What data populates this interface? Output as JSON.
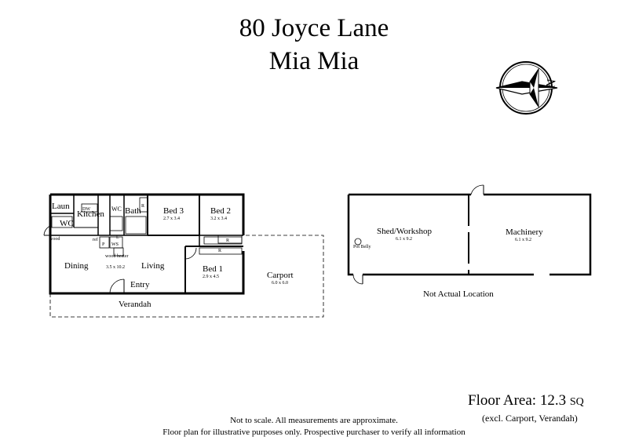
{
  "header": {
    "address_line1": "80 Joyce Lane",
    "address_line2": "Mia Mia"
  },
  "house": {
    "rooms": [
      {
        "name": "Laun",
        "dim": ""
      },
      {
        "name": "Kitchen",
        "dim": ""
      },
      {
        "name": "WC",
        "dim": ""
      },
      {
        "name": "WC",
        "dim": ""
      },
      {
        "name": "Bath",
        "dim": ""
      },
      {
        "name": "Bed 3",
        "dim": "2.7 x 3.4"
      },
      {
        "name": "Bed 2",
        "dim": "3.2 x 3.4"
      },
      {
        "name": "Dining",
        "dim": ""
      },
      {
        "name": "Living",
        "dim": "3.5 x 10.2"
      },
      {
        "name": "Bed 1",
        "dim": "2.9 x 4.5"
      },
      {
        "name": "Entry",
        "dim": ""
      },
      {
        "name": "Verandah",
        "dim": ""
      },
      {
        "name": "Carport",
        "dim": "6.0 x 6.0"
      }
    ],
    "fixtures": {
      "wood": "wood",
      "wood_heater": "wood heater",
      "dw": "DW",
      "ref": "ref",
      "p": "P",
      "ws": "WS",
      "l": "L",
      "r": "R"
    }
  },
  "shed": {
    "rooms": [
      {
        "name": "Shed/Workshop",
        "dim": "6.1 x 9.2"
      },
      {
        "name": "Machinery",
        "dim": "6.1 x 9.2"
      }
    ],
    "pot_belly": "Pot Belly",
    "location_note": "Not Actual Location"
  },
  "floor_area": {
    "label": "Floor Area: 12.3",
    "unit": "SQ",
    "exclusions": "(excl. Carport, Verandah)"
  },
  "footer": {
    "line1": "Not to scale. All measurements are approximate.",
    "line2": "Floor plan for illustrative purposes only. Prospective purchaser to verify all information"
  },
  "compass": {
    "icon": "north-arrow-icon",
    "letter": "N"
  }
}
